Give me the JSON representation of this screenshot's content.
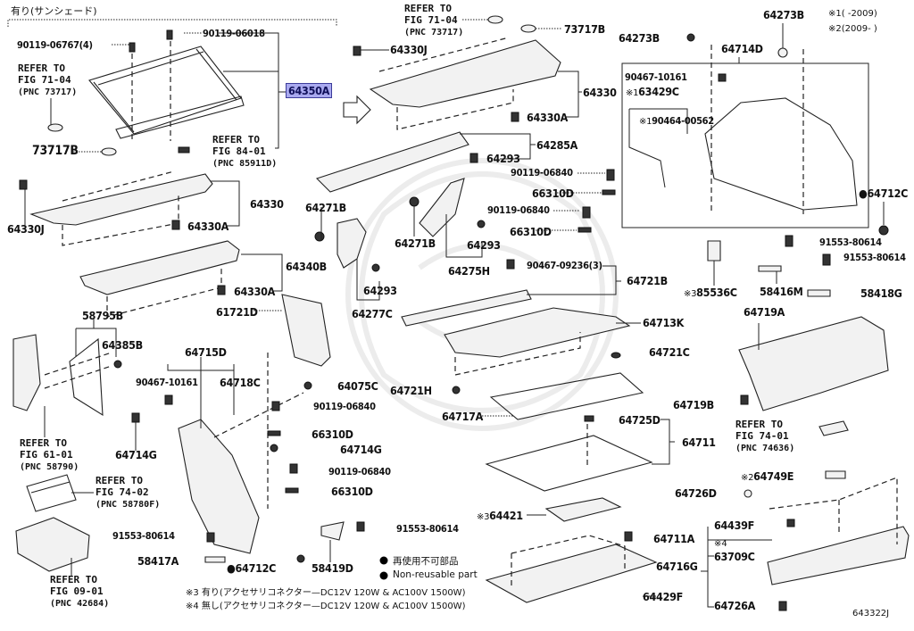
{
  "diagram": {
    "group_header": "有り(サンシェード)",
    "variant_notes": [
      {
        "mark": "※1",
        "text": "(      -2009)"
      },
      {
        "mark": "※2",
        "text": "(2009-      )"
      }
    ],
    "callouts": {
      "p_90119_06767": "90119-06767(4)",
      "p_90119_06018": "90119-06018",
      "p_64350A": "64350A",
      "p_73717B_left": "73717B",
      "p_64330J_left": "64330J",
      "p_64330_left": "64330",
      "p_64330A_left1": "64330A",
      "p_64340B": "64340B",
      "p_64330A_left2": "64330A",
      "p_61721D": "61721D",
      "p_58795B": "58795B",
      "p_64385B": "64385B",
      "p_64715D": "64715D",
      "p_90467_10161_left": "90467-10161",
      "p_64718C": "64718C",
      "p_64714G_left": "64714G",
      "p_64075C": "64075C",
      "p_90119_06840_a": "90119-06840",
      "p_66310D_a": "66310D",
      "p_64714G_mid": "64714G",
      "p_90119_06840_b": "90119-06840",
      "p_66310D_b": "66310D",
      "p_91553_80614_left": "91553-80614",
      "p_58417A": "58417A",
      "p_64712C_bottom": "●64712C",
      "p_58419D": "58419D",
      "p_91553_80614_mid": "91553-80614",
      "p_64330J_top": "64330J",
      "p_73717B_top": "73717B",
      "p_64330_top": "64330",
      "p_64330A_top": "64330A",
      "p_64285A": "64285A",
      "p_64293_a": "64293",
      "p_90119_06840_c": "90119-06840",
      "p_66310D_c": "66310D",
      "p_90119_06840_d": "90119-06840",
      "p_66310D_d": "66310D",
      "p_64271B_a": "64271B",
      "p_64271B_b": "64271B",
      "p_64293_b": "64293",
      "p_64293_c": "64293",
      "p_64275H": "64275H",
      "p_64277C": "64277C",
      "p_90467_09236": "90467-09236(3)",
      "p_64721B": "64721B",
      "p_64713K": "64713K",
      "p_64721C": "64721C",
      "p_64721H": "64721H",
      "p_64717A": "64717A",
      "p_64725D": "64725D",
      "p_64711": "64711",
      "p_64421": "64421",
      "p_64421_mark": "※3",
      "p_64711A": "64711A",
      "p_64429F": "64429F",
      "p_64273B_a": "64273B",
      "p_64273B_b": "64273B",
      "p_64714D": "64714D",
      "p_90467_10161_box": "90467-10161",
      "p_63429C": "63429C",
      "p_63429C_mark": "※1",
      "p_90464_00562": "90464-00562",
      "p_90464_00562_mark": "※1",
      "p_64712C_right": "●64712C",
      "p_91553_80614_r1": "91553-80614",
      "p_91553_80614_r2": "91553-80614",
      "p_85536C": "85536C",
      "p_85536C_mark": "※3",
      "p_58416M": "58416M",
      "p_58418G": "58418G",
      "p_64719A": "64719A",
      "p_64719B": "64719B",
      "p_64749E": "64749E",
      "p_64749E_mark": "※2",
      "p_64726D": "64726D",
      "p_64439F": "64439F",
      "p_63709C": "63709C",
      "p_63709C_mark": "※4",
      "p_64716G": "64716G",
      "p_64726A": "64726A"
    },
    "references": {
      "ref_71_04_left": {
        "line1": "REFER TO",
        "line2": "FIG 71-04",
        "line3": "(PNC 73717)"
      },
      "ref_84_01": {
        "line1": "REFER TO",
        "line2": "FIG 84-01",
        "line3": "(PNC 85911D)"
      },
      "ref_71_04_top": {
        "line1": "REFER TO",
        "line2": "FIG 71-04",
        "line3": "(PNC 73717)"
      },
      "ref_61_01": {
        "line1": "REFER TO",
        "line2": "FIG 61-01",
        "line3": "(PNC 58790)"
      },
      "ref_74_02": {
        "line1": "REFER TO",
        "line2": "FIG 74-02",
        "line3": "(PNC 58780F)"
      },
      "ref_09_01": {
        "line1": "REFER TO",
        "line2": "FIG 09-01",
        "line3": "(PNC 42684)"
      },
      "ref_74_01": {
        "line1": "REFER TO",
        "line2": "FIG 74-01",
        "line3": "(PNC 74636)"
      }
    },
    "legend": {
      "non_reusable_jp": "再使用不可部品",
      "non_reusable_en": "Non-reusable part"
    },
    "footnotes": [
      "※3 有り(アクセサリコネクター—DC12V 120W & AC100V 1500W)",
      "※4 無し(アクセサリコネクター—DC12V 120W & AC100V 1500W)"
    ],
    "figure_id": "643322J",
    "colors": {
      "highlight_fill": "#a9a9ef",
      "highlight_border": "#3c3c9a",
      "line": "#222222"
    }
  }
}
